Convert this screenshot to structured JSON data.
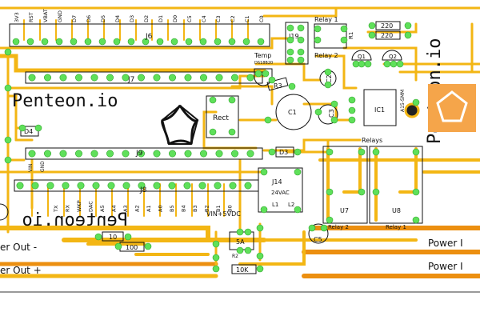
{
  "brand": {
    "name": "Penteon.io",
    "mirrored_name": "Penteon.io",
    "logo": "pentagon-swirl-logo"
  },
  "colors": {
    "trace": "#f3b614",
    "trace_dark": "#ec8f10",
    "pad": "#5fe05a",
    "silkscreen": "#111111",
    "board": "#ffffff",
    "logo_orange": "#f5a54a"
  },
  "top_header_pins": [
    "3V3",
    "RST",
    "VBAT",
    "GND",
    "D7",
    "D6",
    "D5",
    "D4",
    "D3",
    "D2",
    "D1",
    "D0",
    "C5",
    "C4",
    "C3",
    "C2",
    "C1",
    "C0"
  ],
  "bottom_header_pins": [
    "TX",
    "RX",
    "WKP",
    "DAC",
    "A5",
    "A4",
    "A3",
    "A2",
    "A1",
    "A0",
    "B5",
    "B4",
    "B3",
    "B2",
    "B1",
    "B0"
  ],
  "left_header_pins": [
    "VIN",
    "GND"
  ],
  "connectors": {
    "j6": "J6",
    "j7": "J7",
    "j8": "J8",
    "j9": "J9",
    "j14": "J14",
    "j19": "J19"
  },
  "components": {
    "temp": "Temp",
    "temp_part": "DS18B20",
    "r3": "R3",
    "c1": "C1",
    "c2": "C2",
    "c3": "C3",
    "c5": "C5",
    "d3": "D3",
    "d4": "D4",
    "rect": "Rect",
    "ic1": "IC1",
    "q1": "Q1",
    "q2": "Q2",
    "u7": "U7",
    "u8": "U8",
    "r1": "R1",
    "r2": "R2",
    "fuse": "5A",
    "a15": "A15-SMM",
    "vac": "24VAC",
    "l1": "L1",
    "l2": "L2",
    "vin_5vdc": "VIN+5VDC",
    "r220_1": "220",
    "r220_2": "220",
    "r10": "10",
    "r100": "100",
    "r10k": "10K"
  },
  "relays": {
    "relay1_top": "Relay 1",
    "relay2_top": "Relay 2",
    "relays": "Relays",
    "relay2": "Relay 2",
    "relay1": "Relay 1"
  },
  "power": {
    "out_minus": "er Out -",
    "out_plus": "er Out +",
    "in_1": "Power I",
    "in_2": "Power I"
  }
}
